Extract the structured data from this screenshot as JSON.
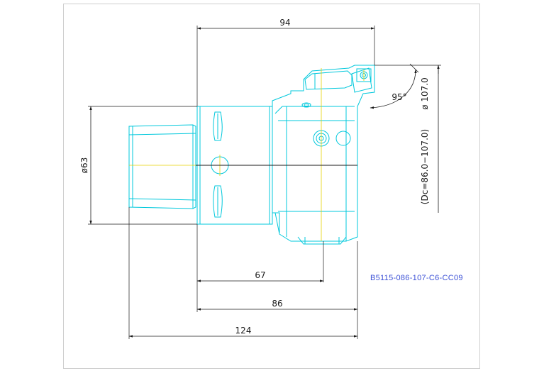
{
  "drawing": {
    "part_code": "B5115-086-107-C6-CC09",
    "dimensions": {
      "overall_length": "124",
      "body_length": "86",
      "pocket_position": "67",
      "insert_reach": "94",
      "shank_diameter": "ø63",
      "max_diameter": "ø 107.0",
      "dc_range": "(Dc=86.0−107.0)",
      "lead_angle": "95°"
    },
    "colors": {
      "part_outline": "#00c8dc",
      "center_line": "#e6d200",
      "dimension_line": "#1a1a1a",
      "part_code_text": "#3a4fd6"
    }
  }
}
